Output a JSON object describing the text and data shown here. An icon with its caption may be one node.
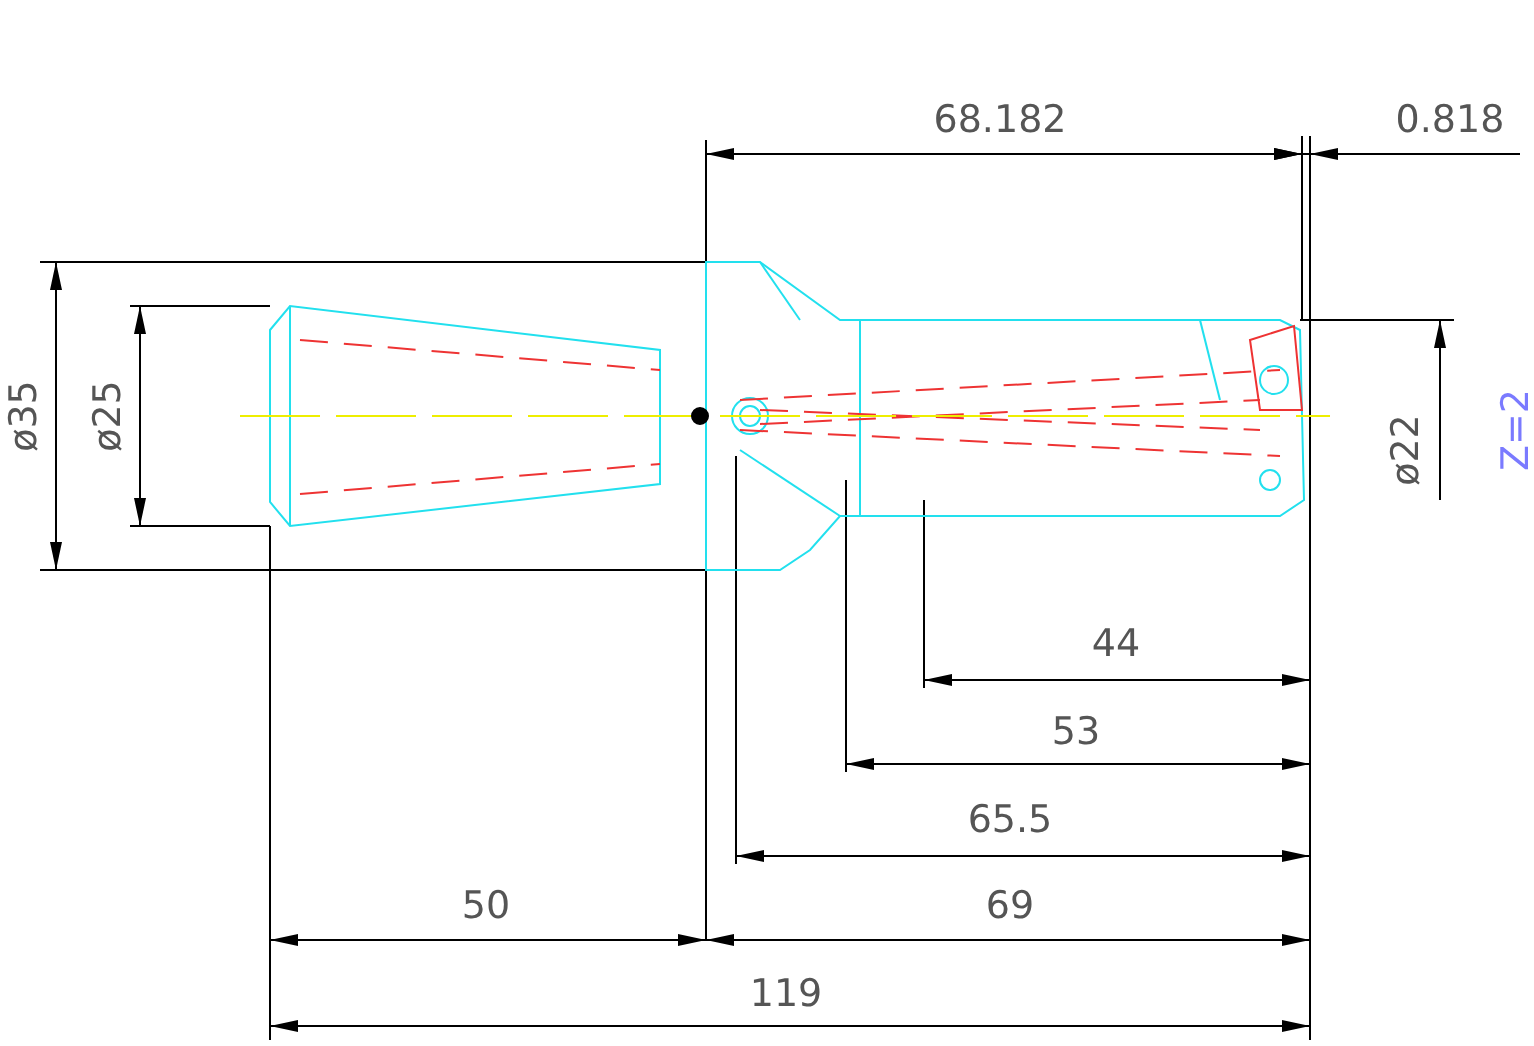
{
  "diagram": {
    "labels": [
      "68.182",
      "0.818",
      "ø35",
      "ø25",
      "ø22",
      "Z=2",
      "44",
      "53",
      "65.5",
      "50",
      "69",
      "119"
    ]
  }
}
